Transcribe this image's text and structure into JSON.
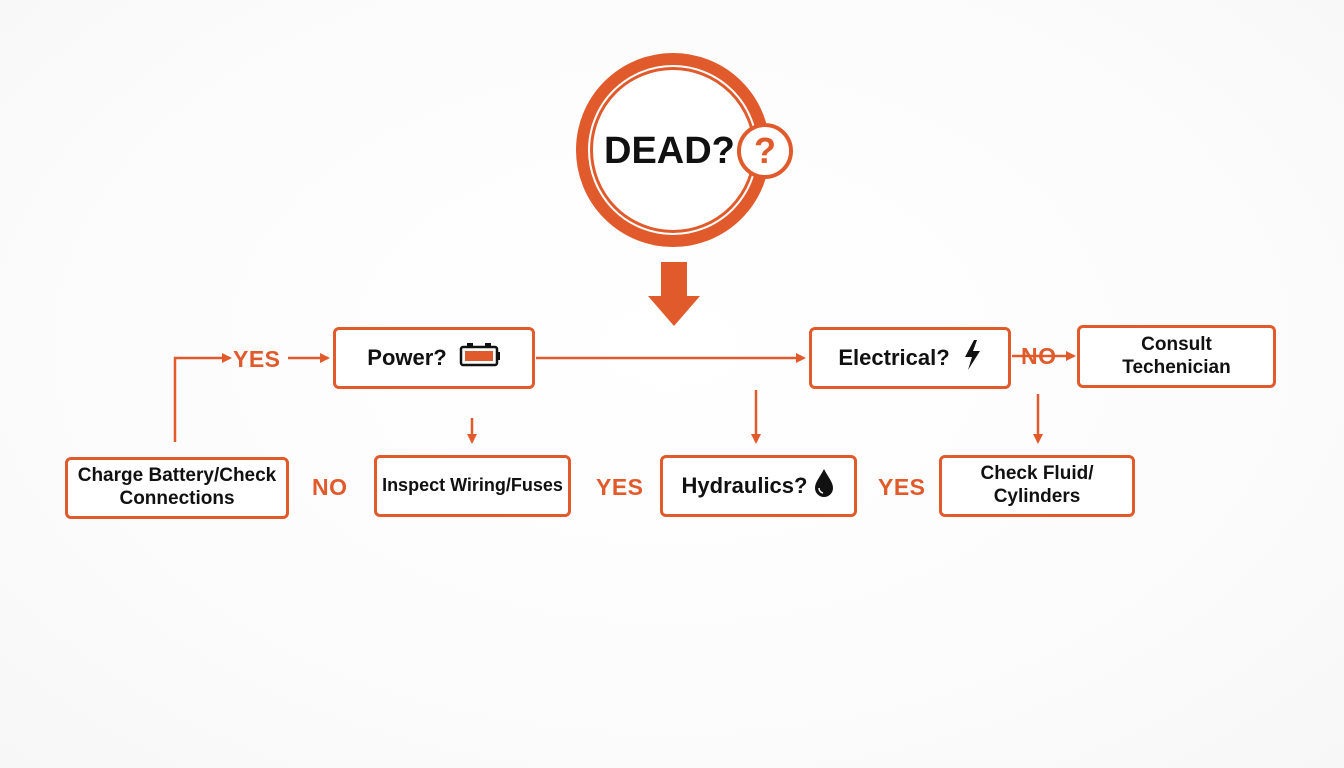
{
  "start": {
    "title": "DEAD?",
    "badge": "?"
  },
  "nodes": {
    "power": {
      "label": "Power?",
      "icon": "battery-icon"
    },
    "electrical": {
      "label": "Electrical?",
      "icon": "lightning-bolt-icon"
    },
    "consult": {
      "label": "Consult\nTechenician"
    },
    "charge": {
      "label": "Charge Battery/Check\nConnections"
    },
    "wiring": {
      "label": "Inspect Wiring/Fuses"
    },
    "hydraulics": {
      "label": "Hydraulics?",
      "icon": "water-drop-icon"
    },
    "fluid": {
      "label": "Check Fluid/\nCylinders"
    }
  },
  "edge_labels": {
    "yes_left": "YES",
    "no_right": "NO",
    "no_middle": "NO",
    "yes_middle": "YES",
    "yes_right": "YES"
  },
  "colors": {
    "accent": "#e05a2b",
    "text": "#111111"
  }
}
